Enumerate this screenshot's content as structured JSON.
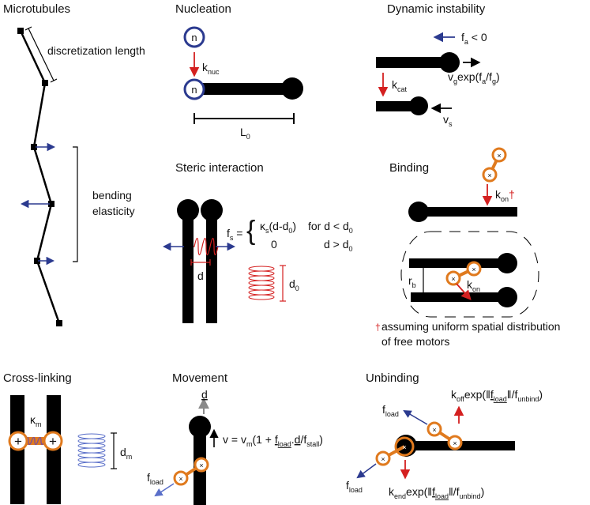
{
  "colors": {
    "filament": "#000000",
    "arrow_blue": "#2b3a8f",
    "arrow_red": "#d42020",
    "motor_orange": "#e07a1e",
    "spring_red": "#d42020",
    "spring_blue": "#5a6fc9",
    "linker_purple": "#7a4f9a",
    "arrow_gray": "#8a8a8a",
    "nucleus_ring": "#2b3a8f"
  },
  "icons": {
    "motor_center": "cross-glyph",
    "linker_center": "plus-glyph"
  },
  "panels": {
    "microtubules": {
      "title": "Microtubules",
      "discretization_label": "discretization length",
      "bending_label_1": "bending",
      "bending_label_2": "elasticity"
    },
    "nucleation": {
      "title": "Nucleation",
      "nucleus_letter": "n",
      "rate_main": "k",
      "rate_sub": "nuc",
      "length_main": "L",
      "length_sub": "0"
    },
    "dynamic_instability": {
      "title": "Dynamic instability",
      "force_main": "f",
      "force_sub": "a",
      "force_cond": " < 0",
      "growth_v": "v",
      "growth_sub": "g",
      "growth_exp": "exp(f",
      "growth_sub2": "a",
      "growth_slash": "/f",
      "growth_sub3": "g",
      "growth_end": ")",
      "cat_main": "k",
      "cat_sub": "cat",
      "shrink_main": "v",
      "shrink_sub": "s"
    },
    "steric": {
      "title": "Steric interaction",
      "fs_main": "f",
      "fs_sub": "s",
      "eq": " =",
      "case1": "κ",
      "case1_sub": "s",
      "case1_rest": "(d-d",
      "case1_sub2": "0",
      "case1_end": ")",
      "case2": "0",
      "cond1": "for d < d",
      "cond1_sub": "0",
      "cond2": "d > d",
      "cond2_sub": "0",
      "d_label": "d",
      "d0_main": "d",
      "d0_sub": "0"
    },
    "binding": {
      "title": "Binding",
      "kon_main": "k",
      "kon_sub": "on",
      "dagger": "†",
      "rb_main": "r",
      "rb_sub": "b",
      "kon2_main": "k",
      "kon2_sub": "on",
      "note_line1": "assuming uniform spatial distribution",
      "note_line2": "of free motors"
    },
    "crosslinking": {
      "title": "Cross-linking",
      "kappa_main": "κ",
      "kappa_sub": "m",
      "dm_main": "d",
      "dm_sub": "m",
      "plus": "+"
    },
    "movement": {
      "title": "Movement",
      "d_vec": "d",
      "eq_v": "v = v",
      "eq_sub": "m",
      "eq_mid": "(1 + ",
      "eq_f": "f",
      "eq_f_sub": "load",
      "eq_dot": ".",
      "eq_d": "d",
      "eq_slash": "/f",
      "eq_stall_sub": "stall",
      "eq_end": ")",
      "fload_main": "f",
      "fload_sub": "load"
    },
    "unbinding": {
      "title": "Unbinding",
      "koff_main": "k",
      "koff_sub": "off",
      "koff_exp": "exp(‖",
      "koff_f": "f",
      "koff_f_sub": "load",
      "koff_mid": "‖/f",
      "koff_unbind_sub": "unbind",
      "koff_end": ")",
      "fload_main": "f",
      "fload_sub": "load",
      "fload2_main": "f",
      "fload2_sub": "load",
      "kend_main": "k",
      "kend_sub": "end",
      "kend_exp": "exp(‖",
      "kend_f": "f",
      "kend_f_sub": "load",
      "kend_mid": "‖/f",
      "kend_unbind_sub": "unbind",
      "kend_end": ")"
    }
  }
}
